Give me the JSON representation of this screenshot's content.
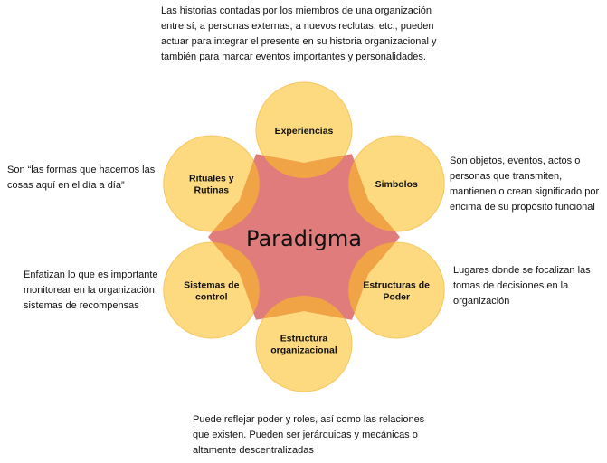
{
  "center": {
    "label": "Paradigma"
  },
  "nodes": [
    {
      "id": "experiencias",
      "lines": [
        "Experiencias"
      ]
    },
    {
      "id": "simbolos",
      "lines": [
        "Simbolos"
      ]
    },
    {
      "id": "estructuras-de-poder",
      "lines": [
        "Estructuras de",
        "Poder"
      ]
    },
    {
      "id": "estructura-organizacional",
      "lines": [
        "Estructura",
        "organizacional"
      ]
    },
    {
      "id": "sistemas-de-control",
      "lines": [
        "Sistemas de",
        "control"
      ]
    },
    {
      "id": "rituales-y-rutinas",
      "lines": [
        "Rituales y",
        "Rutinas"
      ]
    }
  ],
  "notes": {
    "experiencias": "Las historias contadas por los miembros de una organización entre sí, a personas externas, a nuevos reclutas, etc., pueden actuar para integrar el presente en su historia organizacional y también para marcar eventos importantes y personalidades.",
    "simbolos": "Son objetos, eventos, actos o personas que transmiten, mantienen o crean significado por encima de su propósito funcional",
    "estructuras_de_poder": "Lugares donde se focalizan las tomas de decisiones en la organización",
    "estructura_organizacional": "Puede reflejar poder y roles, así como las relaciones que existen. Pueden ser jerárquicas y mecánicas o altamente descentralizadas",
    "sistemas_de_control": "Enfatizan lo que es importante monitorear en la organización, sistemas de recompensas",
    "rituales_y_rutinas": "Son “las formas que hacemos las cosas aquí en el día a día”"
  },
  "colors": {
    "petal": "#FDDA7F",
    "petal_stroke": "#F6C55E",
    "overlap": "#F0A446",
    "center": "#E07C7C"
  }
}
